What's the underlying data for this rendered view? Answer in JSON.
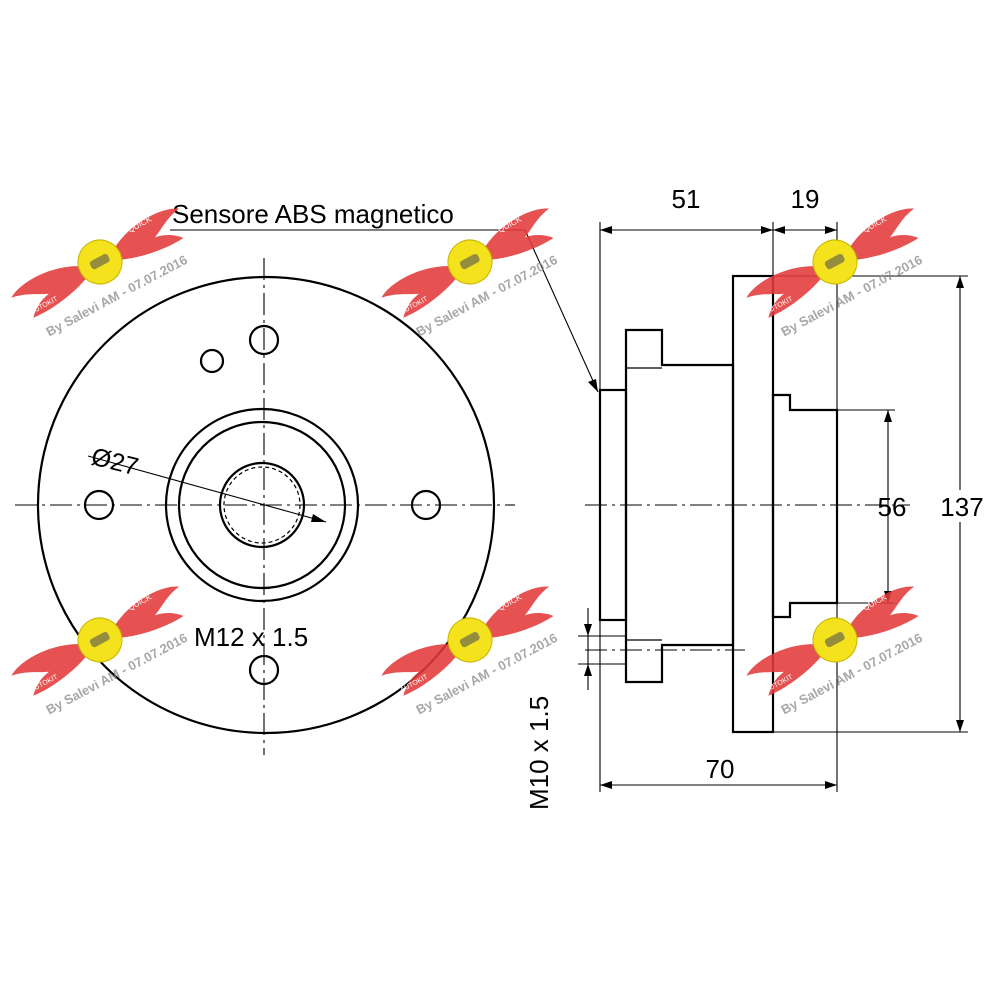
{
  "labels": {
    "abs_sensor": "Sensore ABS magnetico",
    "bore_diameter": "Ø27",
    "stud_thread": "M12 x 1.5",
    "bolt_thread": "M10 x 1.5"
  },
  "dimensions": {
    "hub_width": "51",
    "flange_width": "19",
    "overall_width": "70",
    "pilot_diameter": "56",
    "flange_diameter": "137"
  },
  "watermark": {
    "text": "By Salevi AM - 07.07.2016",
    "badge_text": "QUICK",
    "wing_text": "AUTOKIT",
    "brand_color": "#e23a3a",
    "badge_color": "#f3e21c"
  }
}
